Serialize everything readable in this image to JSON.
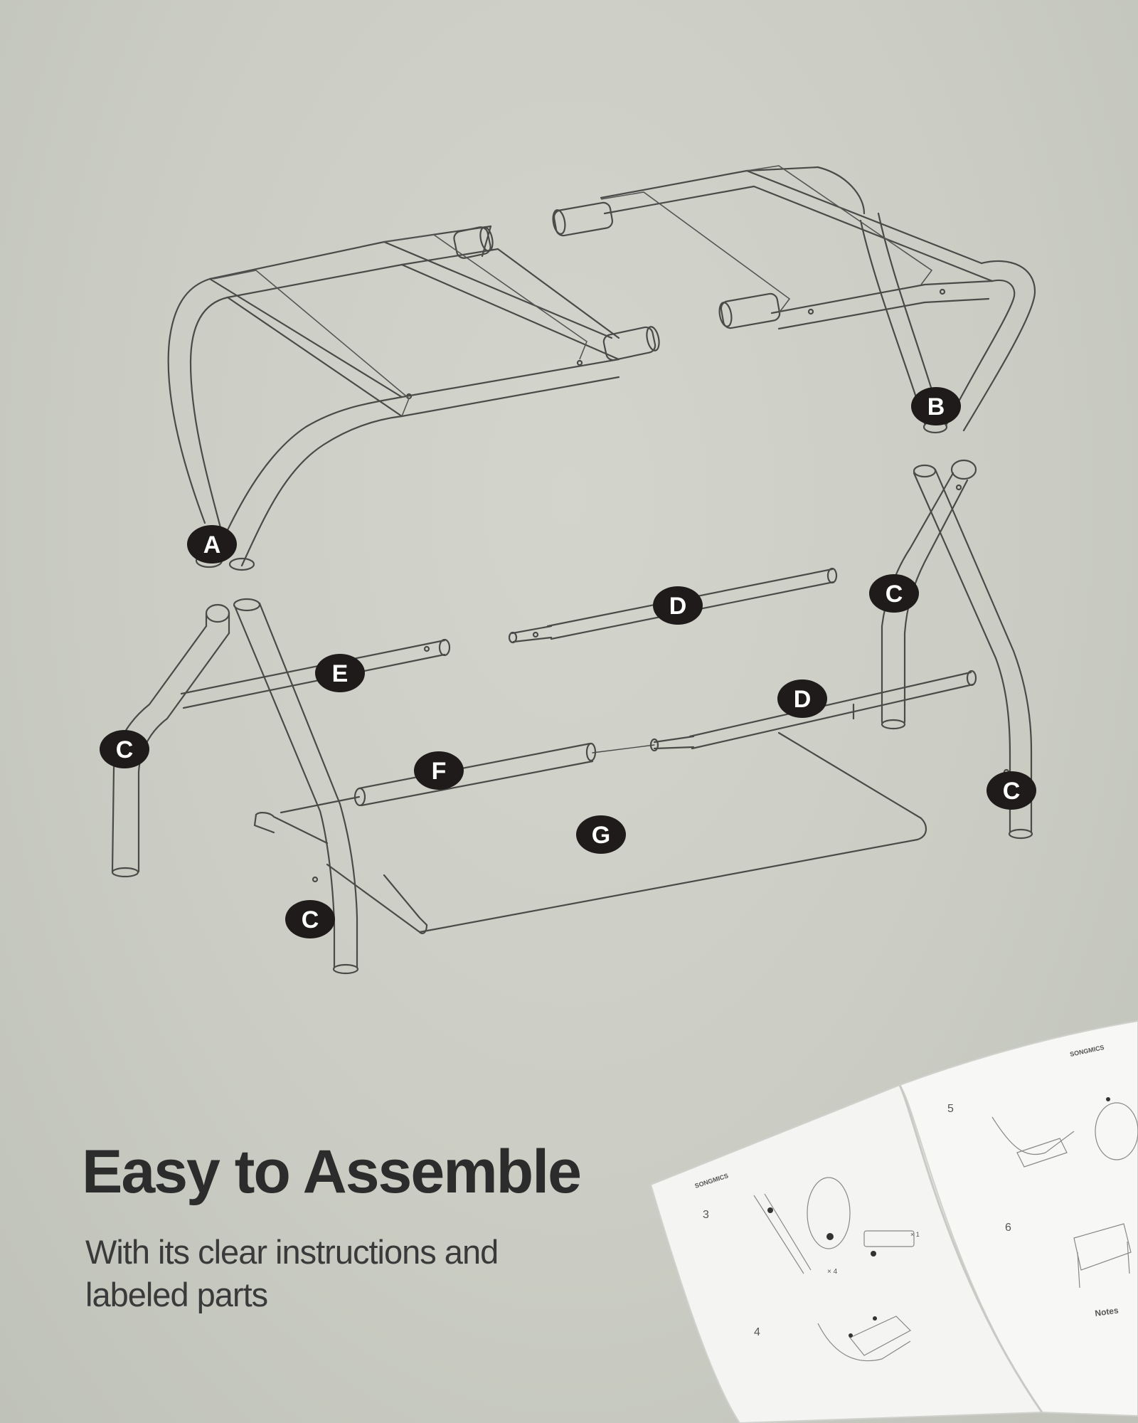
{
  "headline": "Easy to Assemble",
  "subline": "With its clear instructions and labeled parts",
  "part_labels": {
    "a": "A",
    "b": "B",
    "c": "C",
    "d": "D",
    "e": "E",
    "f": "F",
    "g": "G"
  },
  "manual": {
    "brand": "SONGMICS",
    "step3": "3",
    "step4": "4",
    "step5": "5",
    "step6": "6",
    "qty4": "× 4",
    "qty1": "× 1",
    "notes": "Notes"
  },
  "colors": {
    "background": "#cbcdc4",
    "line": "#4a4a48",
    "badge": "#1f1b1a",
    "text": "#2c2c2c"
  }
}
